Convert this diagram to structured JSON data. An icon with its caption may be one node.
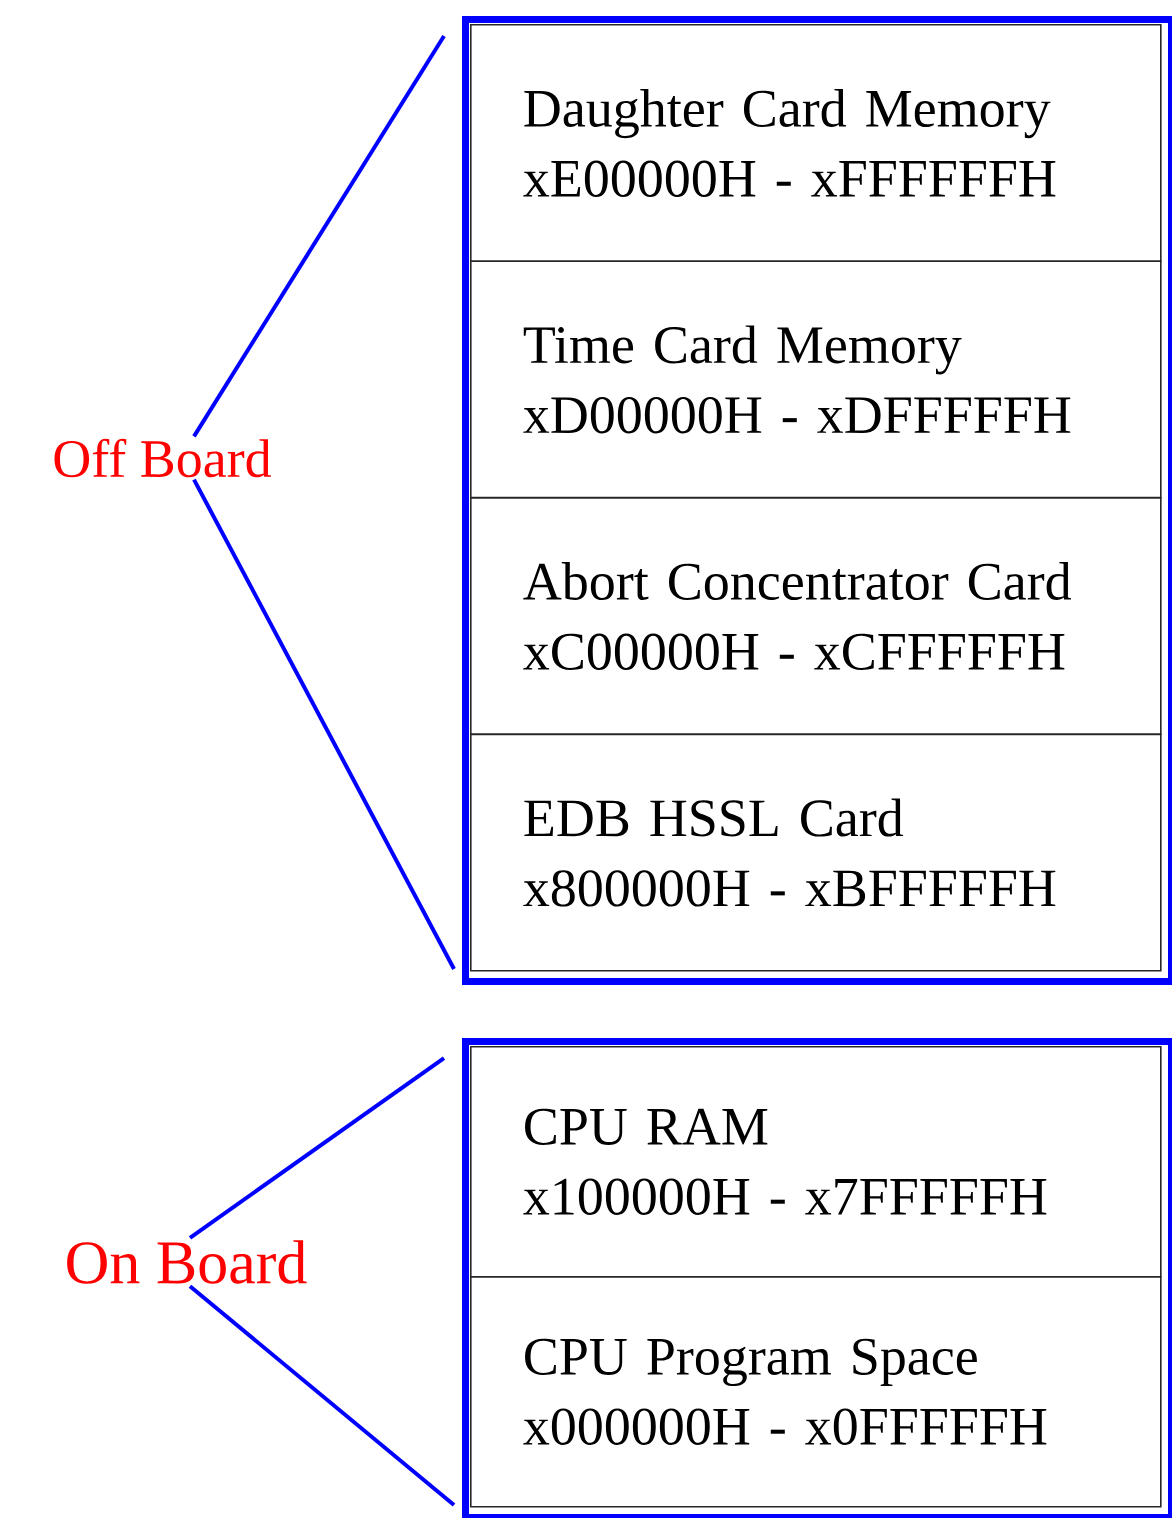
{
  "diagram": {
    "nodes": [
      {
        "text": [
          "Off Board"
        ]
      },
      {
        "text": [],
        "shape": "box"
      },
      {
        "text": [
          "Daughter Card Memory",
          "xE00000H - xFFFFFFH"
        ],
        "in": 1
      },
      {
        "text": [
          "Time Card Memory",
          "xD00000H - xDFFFFFH"
        ],
        "in": 1
      },
      {
        "text": [
          "Abort Concentrator Card",
          "xC00000H - xCFFFFFH"
        ],
        "in": 1
      },
      {
        "text": [
          "EDB HSSL Card",
          "x800000H - xBFFFFFH"
        ],
        "in": 1
      },
      {
        "text": [
          "On Board"
        ]
      },
      {
        "text": [],
        "shape": "box"
      },
      {
        "text": [
          "CPU RAM",
          "x100000H - x7FFFFFH"
        ],
        "in": 7
      },
      {
        "text": [
          "CPU Program Space",
          "x000000H - x0FFFFFH"
        ],
        "in": 7
      }
    ],
    "edges": [
      {
        "from": 0,
        "to": 1,
        "arrow": "none",
        "color": "#0000ff"
      },
      {
        "from": 0,
        "to": 1,
        "arrow": "none",
        "color": "#0000ff"
      },
      {
        "from": 6,
        "to": 7,
        "arrow": "none",
        "color": "#0000ff"
      },
      {
        "from": 6,
        "to": 7,
        "arrow": "none",
        "color": "#0000ff"
      }
    ]
  }
}
